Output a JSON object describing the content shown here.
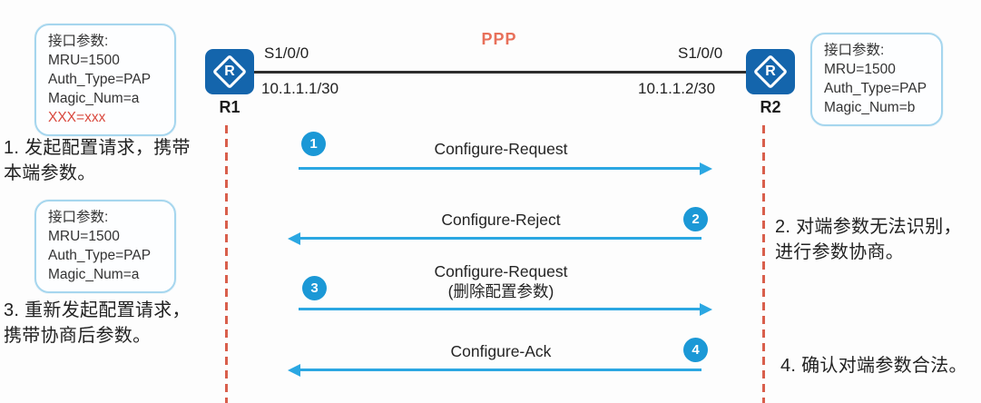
{
  "title": {
    "ppp_label": "PPP"
  },
  "topology": {
    "r1": {
      "name": "R1",
      "interface": "S1/0/0",
      "ip": "10.1.1.1/30"
    },
    "r2": {
      "name": "R2",
      "interface": "S1/0/0",
      "ip": "10.1.1.2/30"
    },
    "router_letter": "R"
  },
  "callouts": {
    "r1_initial": {
      "title": "接口参数:",
      "lines": [
        "MRU=1500",
        "Auth_Type=PAP",
        "Magic_Num=a"
      ],
      "highlight_line": "XXX=xxx"
    },
    "r2_params": {
      "title": "接口参数:",
      "lines": [
        "MRU=1500",
        "Auth_Type=PAP",
        "Magic_Num=b"
      ]
    },
    "r1_negotiated": {
      "title": "接口参数:",
      "lines": [
        "MRU=1500",
        "Auth_Type=PAP",
        "Magic_Num=a"
      ]
    }
  },
  "messages": [
    {
      "num": "1",
      "label": "Configure-Request",
      "direction": "right"
    },
    {
      "num": "2",
      "label": "Configure-Reject",
      "direction": "left"
    },
    {
      "num": "3",
      "label": "Configure-Request",
      "sublabel": "(删除配置参数)",
      "direction": "right"
    },
    {
      "num": "4",
      "label": "Configure-Ack",
      "direction": "left"
    }
  ],
  "notes": {
    "step1": {
      "lines": [
        "1. 发起配置请求，携带",
        "本端参数。"
      ]
    },
    "step2": {
      "lines": [
        "2. 对端参数无法识别，",
        "进行参数协商。"
      ]
    },
    "step3": {
      "lines": [
        "3. 重新发起配置请求，",
        "携带协商后参数。"
      ]
    },
    "step4": {
      "lines": [
        "4. 确认对端参数合法。"
      ]
    }
  },
  "colors": {
    "router_blue": "#1465AC",
    "arrow_blue": "#2BA7E2",
    "badge_blue": "#1B98D6",
    "lifeline_red": "#D95F4C",
    "ppp_red": "#E8705A",
    "highlight_red": "#D9493E",
    "callout_border": "#A6D6EE",
    "link_dark": "#2E2E2E",
    "text_dark": "#222222"
  }
}
